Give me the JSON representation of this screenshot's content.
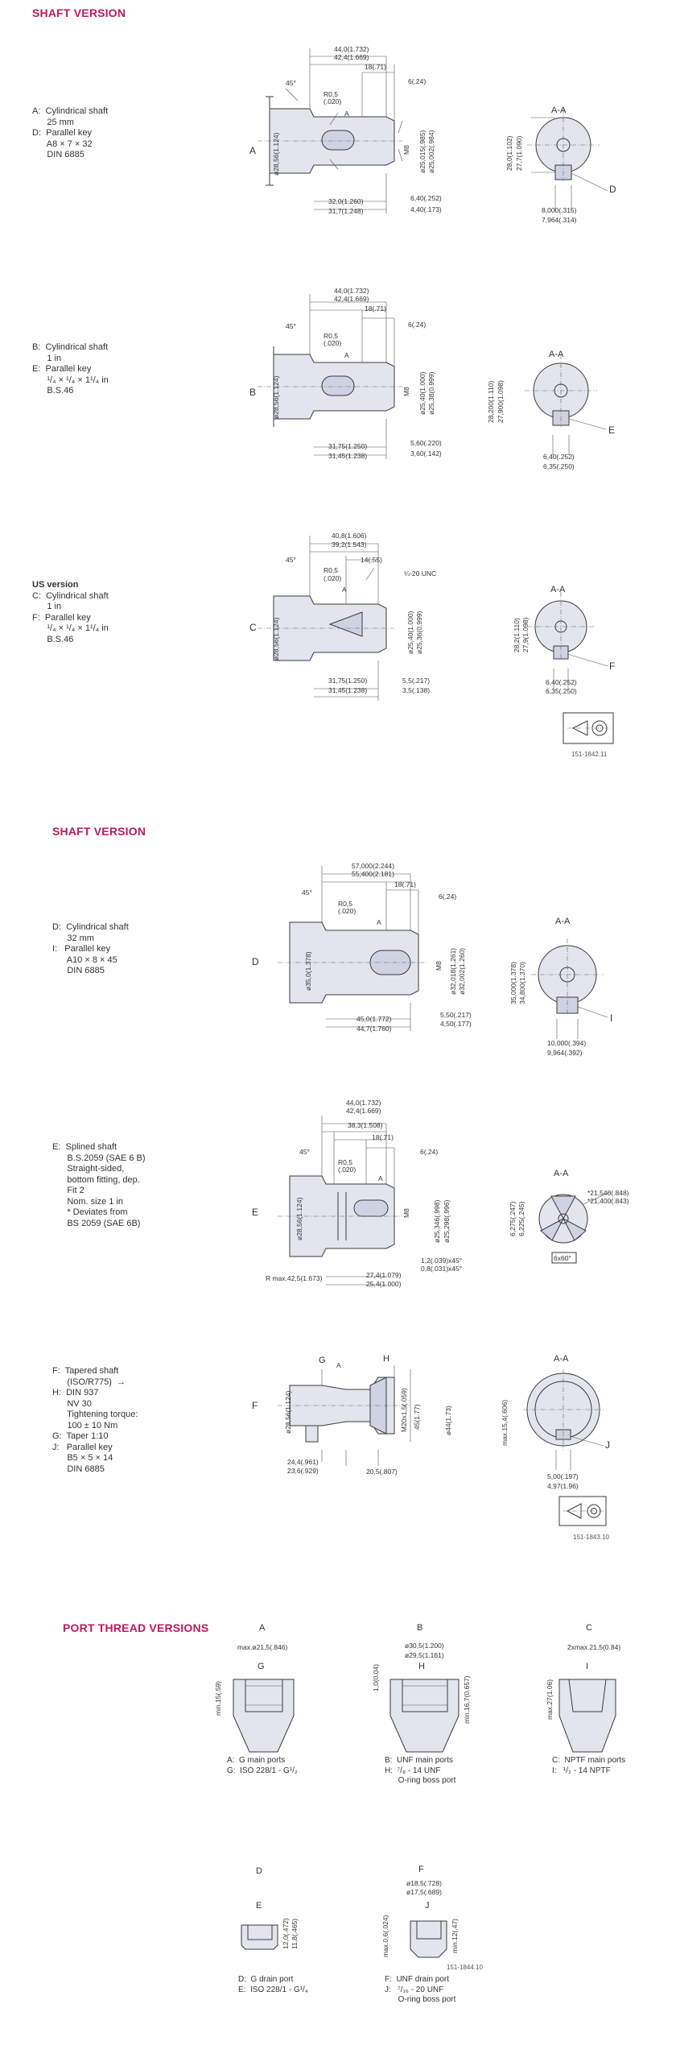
{
  "section1": {
    "heading": "SHAFT VERSION",
    "a": {
      "label": "A",
      "desc": [
        "A:  Cylindrical shaft",
        "      25 mm",
        "D:  Parallel key",
        "      A8 × 7 × 32",
        "      DIN 6885"
      ],
      "dims": [
        "44,0(1.732)",
        "42,4(1.669)",
        "18(.71)",
        "6(.24)",
        "45°",
        "R0,5",
        "(.020)",
        "A",
        "ø28,56(1.124)",
        "M8",
        "ø25,015(.985)",
        "ø25,002(.984)",
        "6,40(.252)",
        "4,40(.173)",
        "32,0(1.260)",
        "31,7(1.248)"
      ],
      "section": {
        "title": "A-A",
        "dims": [
          "28,0(1.102)",
          "27,7(1.090)",
          "8,000(.315)",
          "7,964(.314)"
        ],
        "key": "D"
      }
    },
    "b": {
      "label": "B",
      "desc": [
        "B:  Cylindrical shaft",
        "      1 in",
        "E:  Parallel key",
        "      ¹/₄ × ¹/₄ × 1¹/₄ in",
        "      B.S.46"
      ],
      "dims": [
        "44,0(1.732)",
        "42,4(1.669)",
        "18(.71)",
        "6(.24)",
        "45°",
        "R0,5",
        "(.020)",
        "A",
        "ø28,56(1.124)",
        "M8",
        "ø25,40(1.000)",
        "ø25,38(0.999)",
        "5,60(.220)",
        "3,60(.142)",
        "31,75(1.250)",
        "31,45(1.238)"
      ],
      "section": {
        "title": "A-A",
        "dims": [
          "28,200(1.110)",
          "27,900(1.098)",
          "6,40(.252)",
          "6,35(.250)"
        ],
        "key": "E"
      }
    },
    "c": {
      "label": "C",
      "desc_bold": "US version",
      "desc": [
        "C:  Cylindrical shaft",
        "      1 in",
        "F:  Parallel key",
        "      ¹/₄ × ¹/₄ × 1¹/₄ in",
        "      B.S.46"
      ],
      "dims": [
        "40,8(1.606)",
        "39,2(1.543)",
        "14(.55)",
        "¼-20 UNC",
        "45°",
        "R0,5",
        "(.020)",
        "A",
        "ø28,56(1.124)",
        "ø25,40(1.000)",
        "ø25,36(0.999)",
        "5,5(.217)",
        "3,5(.138)",
        "31,75(1.250)",
        "31,45(1.238)"
      ],
      "section": {
        "title": "A-A",
        "dims": [
          "28,2(1.110)",
          "27,9(1.098)",
          "6,40(.252)",
          "6,35(.250)"
        ],
        "key": "F"
      },
      "code": "151-1842.11"
    }
  },
  "section2": {
    "heading": "SHAFT VERSION",
    "d": {
      "label": "D",
      "desc": [
        "D:  Cylindrical shaft",
        "      32 mm",
        "I:   Parallel key",
        "      A10 × 8 × 45",
        "      DIN 6885"
      ],
      "dims": [
        "57,000(2.244)",
        "55,400(2.181)",
        "18(.71)",
        "6(.24)",
        "45°",
        "R0,5",
        "(.020)",
        "A",
        "ø35,0(1.378)",
        "M8",
        "ø32,018(1.261)",
        "ø32,002(1.260)",
        "5,50(.217)",
        "4,50(.177)",
        "45,0(1.772)",
        "44,7(1.760)"
      ],
      "section": {
        "title": "A-A",
        "dims": [
          "35,000(1.378)",
          "34,800(1.370)",
          "10,000(.394)",
          "9,964(.392)"
        ],
        "key": "I"
      }
    },
    "e": {
      "label": "E",
      "desc": [
        "E:  Splined shaft",
        "      B.S.2059 (SAE 6 B)",
        "      Straight-sided,",
        "      bottom fitting, dep.",
        "      Fit 2",
        "      Nom. size 1 in",
        "      * Deviates from",
        "      BS 2059 (SAE 6B)"
      ],
      "dims": [
        "44,0(1.732)",
        "42,4(1.669)",
        "38,3(1.508)",
        "18(.71)",
        "6(.24)",
        "45°",
        "R0,5",
        "(.020)",
        "A",
        "ø28,56(1.124)",
        "M8",
        "ø25,346(.998)",
        "ø25,298(.996)",
        "1,2(.039)x45°",
        "0,8(.031)x45°",
        "27,4(1.079)",
        "25,4(1.000)",
        "R max.42,5(1.673)"
      ],
      "section": {
        "title": "A-A",
        "dims": [
          "*21,540(.848)",
          "*21,400(.843)",
          "6,275(.247)",
          "6,225(.245)",
          "6x60°"
        ]
      }
    },
    "f": {
      "label": "F",
      "desc": [
        "F:  Tapered shaft",
        "      (ISO/R775)  →",
        "H:  DIN 937",
        "      NV 30",
        "      Tightening torque:",
        "      100 ± 10 Nm",
        "G:  Taper 1:10",
        "J:   Parallel key",
        "      B5 × 5 × 14",
        "      DIN 6885"
      ],
      "dims": [
        "G",
        "H",
        "A",
        "ø28,56(1.124)",
        "M20x1,5(.059)",
        "45(1.77)",
        "ø44(1.73)",
        "24,4(.961)",
        "23,6(.929)",
        "20,5(.807)"
      ],
      "section": {
        "title": "A-A",
        "dims": [
          "max.15,4(.606)",
          "5,00(.197)",
          "4,97(1.96)"
        ],
        "key": "J"
      },
      "code": "151-1843.10"
    }
  },
  "section3": {
    "heading": "PORT THREAD VERSIONS",
    "ports": [
      {
        "label": "A",
        "top": "max.ø21,5(.846)",
        "mark": "G",
        "side": "min.15(.59)",
        "desc": [
          "A:  G main ports",
          "G:  ISO 228/1 - G¹/₂"
        ]
      },
      {
        "label": "B",
        "top": "ø30,5(1.200)",
        "top2": "ø29,5(1.161)",
        "mark": "H",
        "side": "1,0(0.04)",
        "side2": "min.16,7(0.657)",
        "desc": [
          "B:  UNF main ports",
          "H:  ⁷/₈ - 14 UNF",
          "      O-ring boss port"
        ]
      },
      {
        "label": "C",
        "top": "2xmax.21,5(0.84)",
        "mark": "I",
        "side": "max.27(1.06)",
        "desc": [
          "C:  NPTF main ports",
          "I:   ¹/₂ - 14 NPTF"
        ]
      }
    ],
    "drains": [
      {
        "label": "D",
        "mark": "E",
        "side": "12,0(.472)",
        "side2": "11,8(.465)",
        "desc": [
          "D:  G drain port",
          "E:  ISO 228/1 - G¹/₄"
        ]
      },
      {
        "label": "F",
        "top": "ø18,5(.728)",
        "top2": "ø17,5(.689)",
        "mark": "J",
        "side": "max.0,6(.024)",
        "side2": "min.12(.47)",
        "desc": [
          "F:  UNF drain port",
          "J:   ⁷/₁₆ - 20 UNF",
          "      O-ring boss port"
        ]
      }
    ],
    "code": "151-1844.10"
  }
}
